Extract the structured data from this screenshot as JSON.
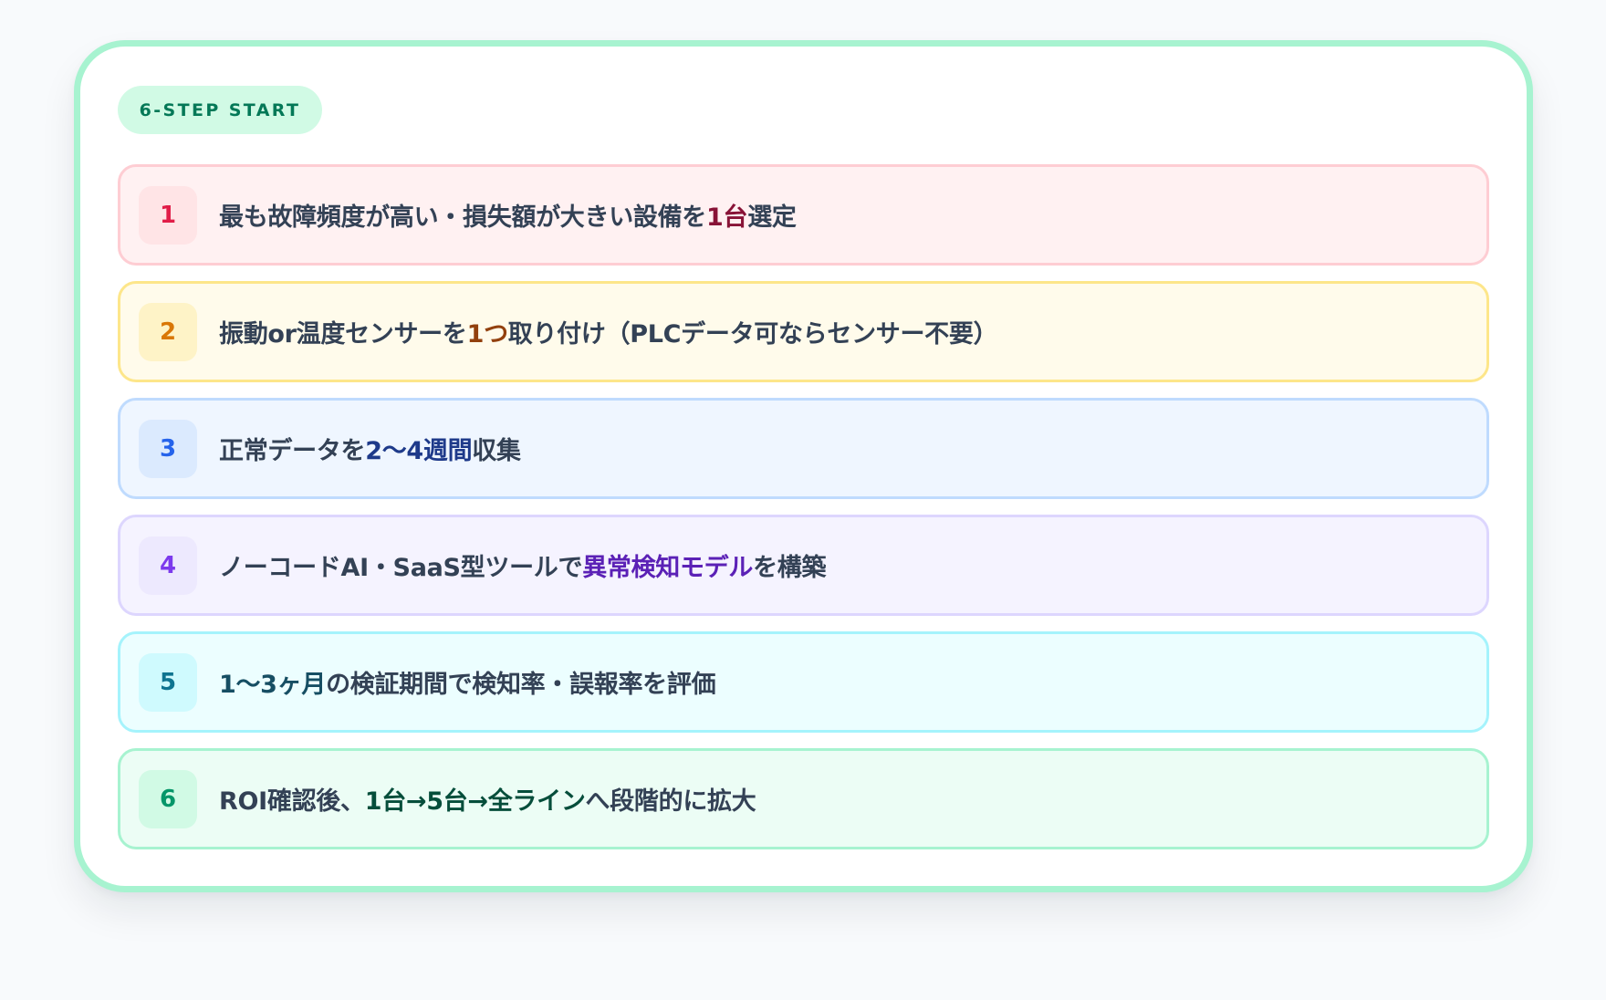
{
  "badge": {
    "label": "6-STEP START"
  },
  "colors": {
    "page_bg": "#f8fafc",
    "card_border": "#a7f3d0",
    "text": "#334155",
    "badge_bg": "#d1fae5",
    "badge_text": "#047857"
  },
  "steps": [
    {
      "number": "1",
      "before": "最も故障頻度が高い・損失額が大きい設備を",
      "highlight": "1台",
      "after": "選定",
      "accent": "#e11d48"
    },
    {
      "number": "2",
      "before": "振動or温度センサーを",
      "highlight": "1つ",
      "after": "取り付け（PLCデータ可ならセンサー不要）",
      "accent": "#d97706"
    },
    {
      "number": "3",
      "before": "正常データを",
      "highlight": "2〜4週間",
      "after": "収集",
      "accent": "#2563eb"
    },
    {
      "number": "4",
      "before": "ノーコードAI・SaaS型ツールで",
      "highlight": "異常検知モデル",
      "after": "を構築",
      "accent": "#7c3aed"
    },
    {
      "number": "5",
      "before": "",
      "highlight": "1〜3ヶ月",
      "after": "の検証期間で検知率・誤報率を評価",
      "accent": "#0e7490"
    },
    {
      "number": "6",
      "before": "ROI確認後、",
      "highlight": "1台→5台→全ライン",
      "after": "へ段階的に拡大",
      "accent": "#059669"
    }
  ]
}
